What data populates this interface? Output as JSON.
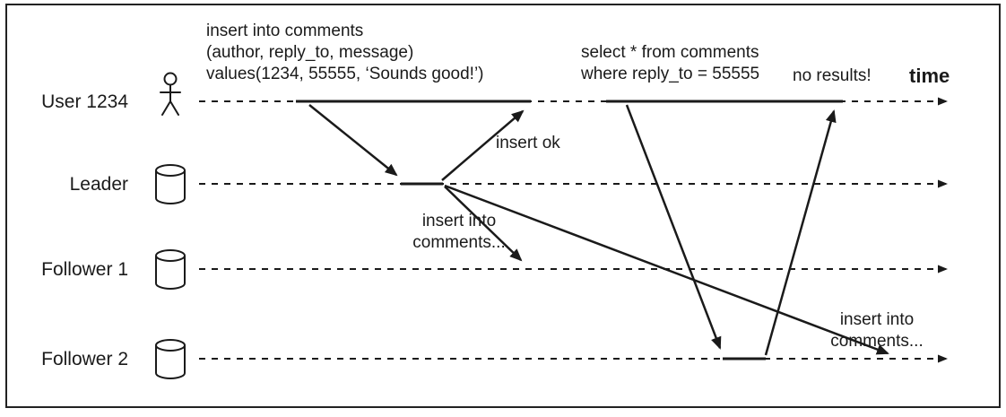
{
  "diagram": {
    "title": "read-your-writes replication lag sequence diagram",
    "rows": [
      {
        "label": "User 1234",
        "icon": "person-icon"
      },
      {
        "label": "Leader",
        "icon": "database-icon"
      },
      {
        "label": "Follower 1",
        "icon": "database-icon"
      },
      {
        "label": "Follower 2",
        "icon": "database-icon"
      }
    ],
    "time_label": "time",
    "annotations": {
      "insert_stmt_line1": "insert into comments",
      "insert_stmt_line2": "(author, reply_to, message)",
      "insert_stmt_line3": "values(1234, 55555, ‘Sounds good!’)",
      "insert_ok": "insert ok",
      "replicate_f1_line1": "insert into",
      "replicate_f1_line2": "comments...",
      "select_stmt_line1": "select * from comments",
      "select_stmt_line2": "where reply_to = 55555",
      "no_results": "no results!",
      "replicate_f2_line1": "insert into",
      "replicate_f2_line2": "comments..."
    },
    "colors": {
      "line": "#1a1a1a",
      "background": "#ffffff",
      "border": "#222222"
    }
  }
}
